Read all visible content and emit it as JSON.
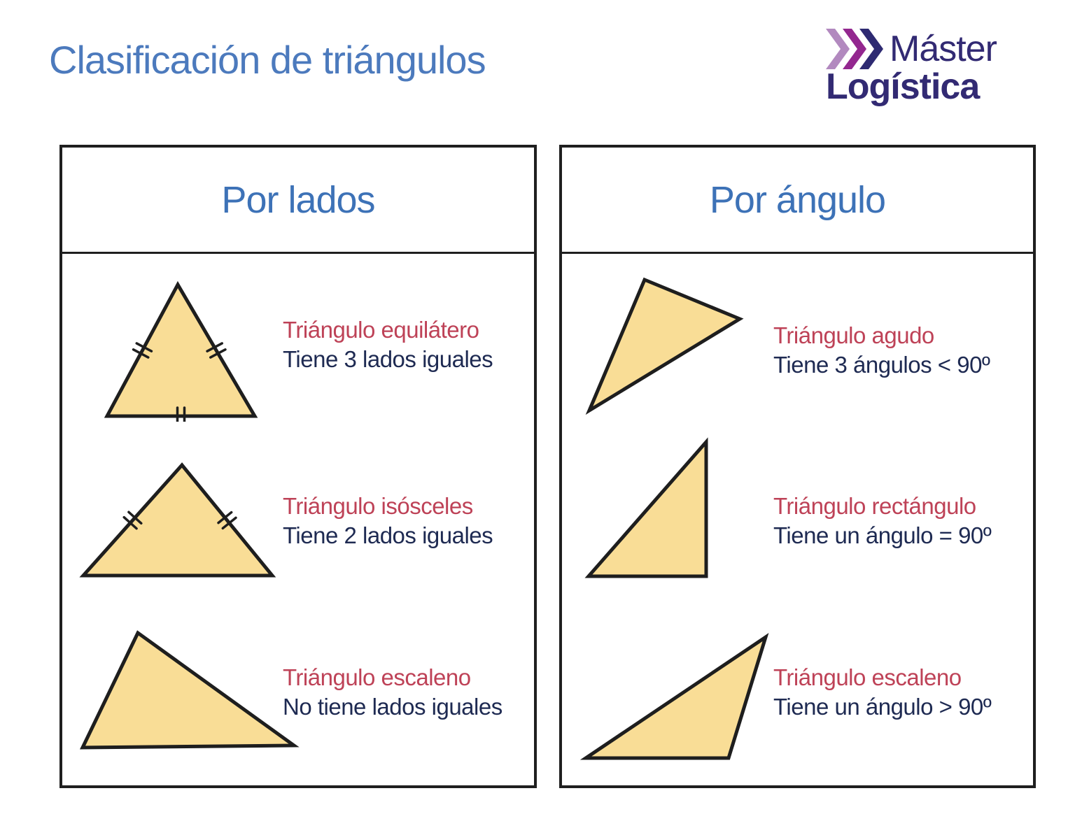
{
  "page": {
    "title": "Clasificación de triángulos"
  },
  "logo": {
    "word1": "Máster",
    "word2": "Logística"
  },
  "colors": {
    "title_blue": "#4C7ABD",
    "header_blue": "#3D72B7",
    "name_red": "#BE4257",
    "desc_navy": "#1E2A52",
    "triangle_fill": "#F9DD96",
    "triangle_stroke": "#1E1E1E",
    "panel_border": "#1F1F1F",
    "logo_navy": "#322A73",
    "logo_chevron_1": "#B289BF",
    "logo_chevron_2": "#93278F",
    "logo_chevron_3": "#2E2A72"
  },
  "panels": [
    {
      "header": "Por lados",
      "rows": [
        {
          "name": "Triángulo equilátero",
          "description": "Tiene 3 lados iguales",
          "shape": "equilateral"
        },
        {
          "name": "Triángulo isósceles",
          "description": "Tiene 2 lados iguales",
          "shape": "isosceles"
        },
        {
          "name": "Triángulo escaleno",
          "description": "No tiene lados iguales",
          "shape": "scalene"
        }
      ]
    },
    {
      "header": "Por ángulo",
      "rows": [
        {
          "name": "Triángulo agudo",
          "description": "Tiene 3 ángulos < 90º",
          "shape": "acute"
        },
        {
          "name": "Triángulo rectángulo",
          "description": "Tiene un ángulo = 90º",
          "shape": "right"
        },
        {
          "name": "Triángulo escaleno",
          "description": "Tiene un ángulo > 90º",
          "shape": "obtuse"
        }
      ]
    }
  ]
}
